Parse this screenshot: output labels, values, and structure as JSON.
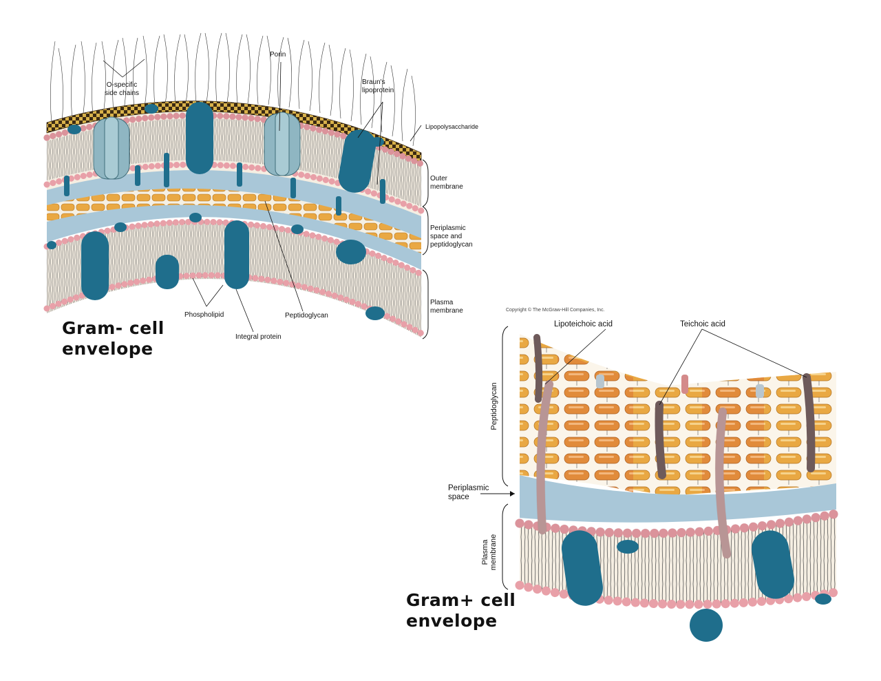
{
  "gram_negative": {
    "caption": "Gram- cell\nenvelope",
    "labels": {
      "o_specific": "O-specific\nside chains",
      "porin": "Porin",
      "brauns": "Braun's\nlipoprotein",
      "lps": "Lipopolysaccharide",
      "outer_membrane": "Outer\nmembrane",
      "periplasmic": "Periplasmic\nspace and\npeptidoglycan",
      "plasma_membrane": "Plasma\nmembrane",
      "phospholipid": "Phospholipid",
      "peptidoglycan": "Peptidoglycan",
      "integral_protein": "Integral protein"
    }
  },
  "gram_positive": {
    "caption": "Gram+ cell\nenvelope",
    "copyright": "Copyright © The McGraw-Hill Companies, Inc.",
    "labels": {
      "lipoteichoic": "Lipoteichoic acid",
      "teichoic": "Teichoic acid",
      "peptidoglycan": "Peptidoglycan",
      "periplasmic_space": "Periplasmic\nspace",
      "plasma_membrane": "Plasma\nmembrane"
    }
  },
  "colors": {
    "protein": "#1f6e8c",
    "porin": "#8fb6c2",
    "head": "#e8a0a8",
    "tail": "#f3eadc",
    "periplasm": "#a9c7d8",
    "peptidoglycan_light": "#f0c060",
    "peptidoglycan_dark": "#e0863a",
    "lps": "#3b2a14",
    "teichoic": "#6e5a5a",
    "lipoteichoic": "#c4a0a0"
  }
}
